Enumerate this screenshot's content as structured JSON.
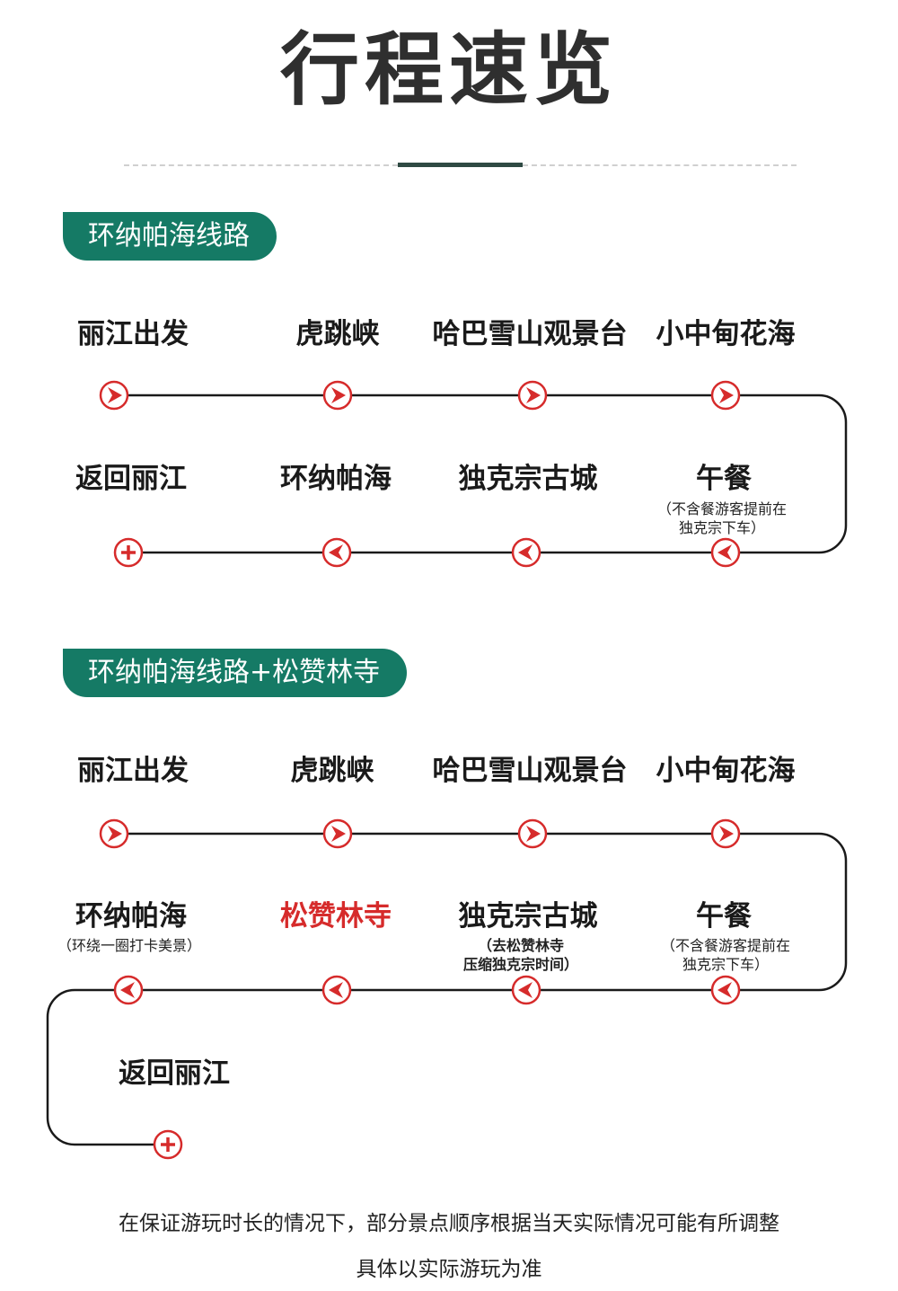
{
  "page_title": "行程速览",
  "colors": {
    "accent": "#157a65",
    "node_red": "#d62b2b",
    "line": "#1a1a1a"
  },
  "route1": {
    "tag": "环纳帕海线路",
    "row1": [
      "丽江出发",
      "虎跳峡",
      "哈巴雪山观景台",
      "小中甸花海"
    ],
    "row2": [
      "返回丽江",
      "环纳帕海",
      "独克宗古城",
      "午餐"
    ],
    "row2_notes": [
      "",
      "",
      "",
      "（不含餐游客提前在\n独克宗下车）"
    ]
  },
  "route2": {
    "tag": "环纳帕海线路+松赞林寺",
    "row1": [
      "丽江出发",
      "虎跳峡",
      "哈巴雪山观景台",
      "小中甸花海"
    ],
    "row2": [
      "环纳帕海",
      "松赞林寺",
      "独克宗古城",
      "午餐"
    ],
    "row2_notes": [
      "（环绕一圈打卡美景）",
      "",
      "（去松赞林寺\n压缩独克宗时间）",
      "（不含餐游客提前在\n独克宗下车）"
    ],
    "row3": [
      "返回丽江"
    ]
  },
  "footer": {
    "line1": "在保证游玩时长的情况下，部分景点顺序根据当天实际情况可能有所调整",
    "line2": "具体以实际游玩为准"
  }
}
